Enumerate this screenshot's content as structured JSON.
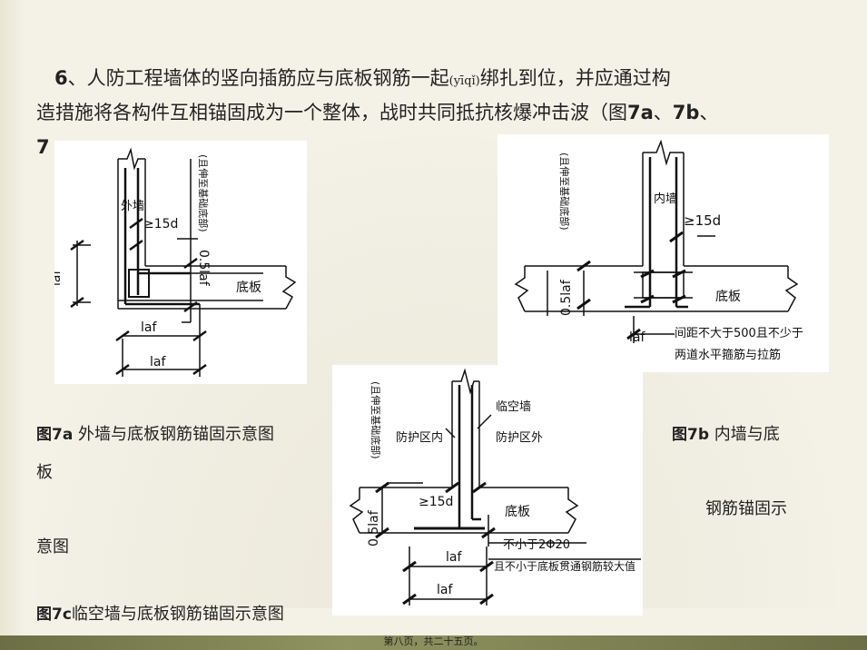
{
  "paragraph": {
    "line1_a": "6",
    "line1_b": "、人防工程墙体的竖向插筋应与底板钢筋一起",
    "line1_pinyin": "(yīqǐ)",
    "line1_c": "绑扎到位，并应通过构",
    "line2_a": "造措施将各构件互相锚固成为一个整体，战时共同抵抗核爆冲击波（图",
    "line2_b": "7a",
    "line2_c": "、",
    "line2_d": "7b",
    "line2_e": "、",
    "line3": "7"
  },
  "captions": {
    "fig7a_num": "图7a",
    "fig7a_text": " 外墙与底板钢筋锚固示意图",
    "fig7a_wrap": "板",
    "fig7a_tail": "意图",
    "fig7b_num": "图7b",
    "fig7b_text": " 内墙与底",
    "fig7b_wrap": "钢筋锚固示",
    "fig7c_num": "图7c",
    "fig7c_text": "临空墙与底板钢筋锚固示意图"
  },
  "fig7a": {
    "wall": "外墙",
    "len15d": "≥15d",
    "vert": "(且伸至基础底部)",
    "half": "0.5laf",
    "slab": "底板",
    "laf_left": "laf",
    "laf_bottom1": "laf",
    "laf_bottom2": "laf"
  },
  "fig7b": {
    "wall": "内墙",
    "len15d": "≥15d",
    "vert": "(且伸至基础底部)",
    "half": "0.5laf",
    "slab": "底板",
    "laf": "laf",
    "note1": "间距不大于500且不少于",
    "note2": "两道水平箍筋与拉筋"
  },
  "fig7c": {
    "wall": "临空墙",
    "zone_in": "防护区内",
    "zone_out": "防护区外",
    "vert": "(且伸至基础底部)",
    "half": "0.5laf",
    "len15d": "≥15d",
    "slab": "底板",
    "note1": "不小于2Φ20",
    "note2": "且不小于底板贯通钢筋较大值",
    "laf1": "laf",
    "laf2": "laf"
  },
  "footer": "第八页，共二十五页。"
}
